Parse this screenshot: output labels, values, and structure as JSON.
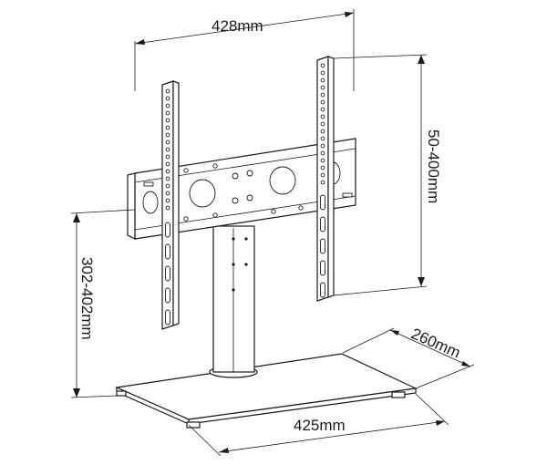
{
  "dimensions": {
    "top_width": "428mm",
    "bracket_height": "50-400mm",
    "stand_height": "302-402mm",
    "base_depth": "260mm",
    "base_width": "425mm"
  },
  "colors": {
    "line": "#1a1a1a",
    "background": "#ffffff"
  }
}
